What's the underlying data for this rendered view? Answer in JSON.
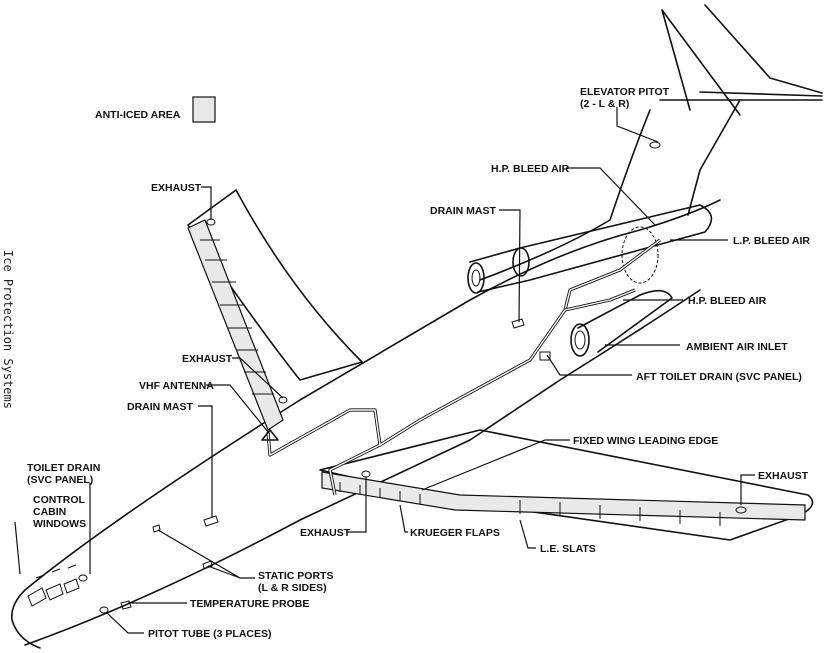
{
  "side_title": "Ice Protection Systems",
  "legend": {
    "label": "ANTI-ICED AREA"
  },
  "labels": {
    "elevator_pitot_1": "ELEVATOR PITOT",
    "elevator_pitot_2": "(2 - L & R)",
    "hp_bleed_air_upper": "H.P. BLEED AIR",
    "drain_mast_upper": "DRAIN MAST",
    "lp_bleed_air": "L.P. BLEED AIR",
    "hp_bleed_air_lower": "H.P. BLEED AIR",
    "ambient_air_inlet": "AMBIENT AIR INLET",
    "aft_toilet_drain": "AFT TOILET DRAIN (SVC PANEL)",
    "exhaust_upper": "EXHAUST",
    "exhaust_mid": "EXHAUST",
    "vhf_antenna": "VHF ANTENNA",
    "drain_mast_lower": "DRAIN MAST",
    "fixed_wing_leading_edge": "FIXED WING LEADING EDGE",
    "exhaust_right": "EXHAUST",
    "toilet_drain_1": "TOILET DRAIN",
    "toilet_drain_2": "(SVC PANEL)",
    "control_cabin_1": "CONTROL",
    "control_cabin_2": "CABIN",
    "control_cabin_3": "WINDOWS",
    "exhaust_lower": "EXHAUST",
    "krueger_flaps": "KRUEGER FLAPS",
    "le_slats": "L.E. SLATS",
    "static_ports_1": "STATIC PORTS",
    "static_ports_2": "(L & R SIDES)",
    "temperature_probe": "TEMPERATURE PROBE",
    "pitot_tube": "PITOT TUBE (3 PLACES)"
  }
}
